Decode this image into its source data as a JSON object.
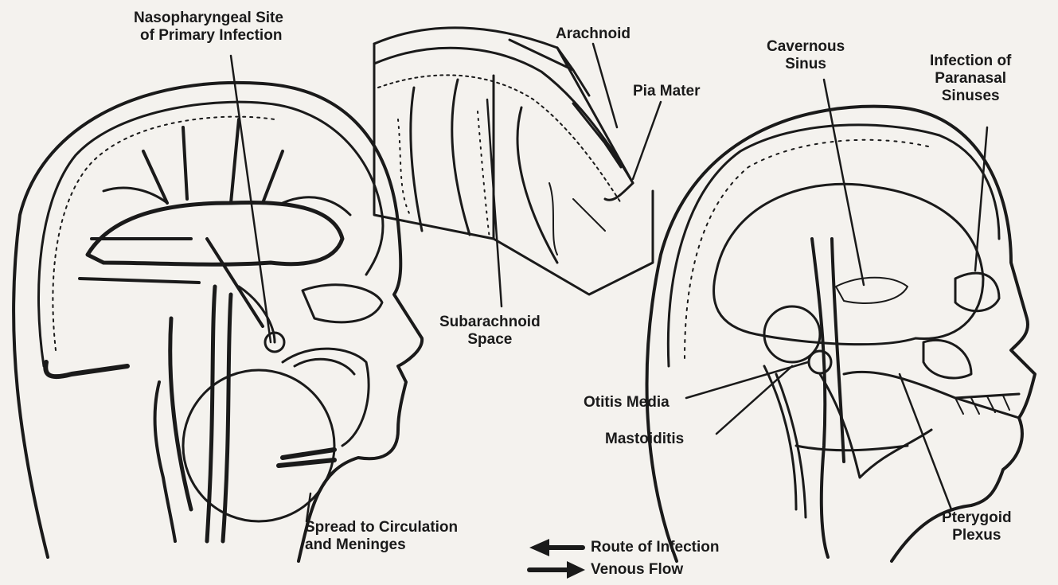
{
  "labels": {
    "nasopharyngeal_line1": "Nasopharyngeal Site",
    "nasopharyngeal_line2": "of Primary Infection",
    "arachnoid": "Arachnoid",
    "pia_mater": "Pia Mater",
    "subarachnoid_line1": "Subarachnoid",
    "subarachnoid_line2": "Space",
    "cavernous_line1": "Cavernous",
    "cavernous_line2": "Sinus",
    "paranasal_line1": "Infection of",
    "paranasal_line2": "Paranasal",
    "paranasal_line3": "Sinuses",
    "otitis_media": "Otitis Media",
    "mastoiditis": "Mastoiditis",
    "pterygoid_line1": "Pterygoid",
    "pterygoid_line2": "Plexus",
    "spread_line1": "Spread to Circulation",
    "spread_line2": "and Meninges"
  },
  "legend": {
    "route": "Route of Infection",
    "venous": "Venous Flow"
  },
  "colors": {
    "ink": "#1a1a1a",
    "paper": "#f4f2ee"
  }
}
